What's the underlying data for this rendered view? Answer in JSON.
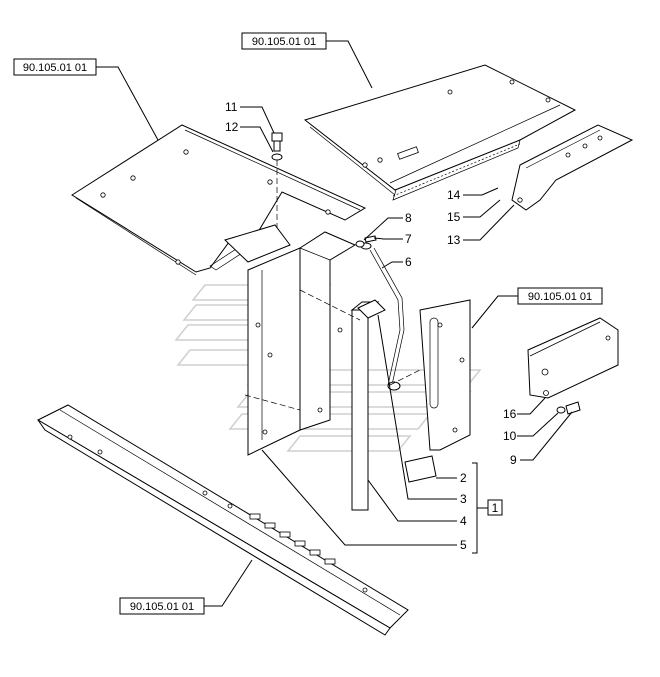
{
  "references": {
    "top_left": "90.105.01 01",
    "top_center": "90.105.01 01",
    "mid_right": "90.105.01 01",
    "bottom": "90.105.01 01"
  },
  "items": {
    "n1": "1",
    "n2": "2",
    "n3": "3",
    "n4": "4",
    "n5": "5",
    "n6": "6",
    "n7": "7",
    "n8": "8",
    "n9": "9",
    "n10": "10",
    "n11": "11",
    "n12": "12",
    "n13": "13",
    "n14": "14",
    "n15": "15",
    "n16": "16"
  },
  "colors": {
    "line": "#000000",
    "watermark": "#cfcfcf",
    "background": "#ffffff"
  }
}
